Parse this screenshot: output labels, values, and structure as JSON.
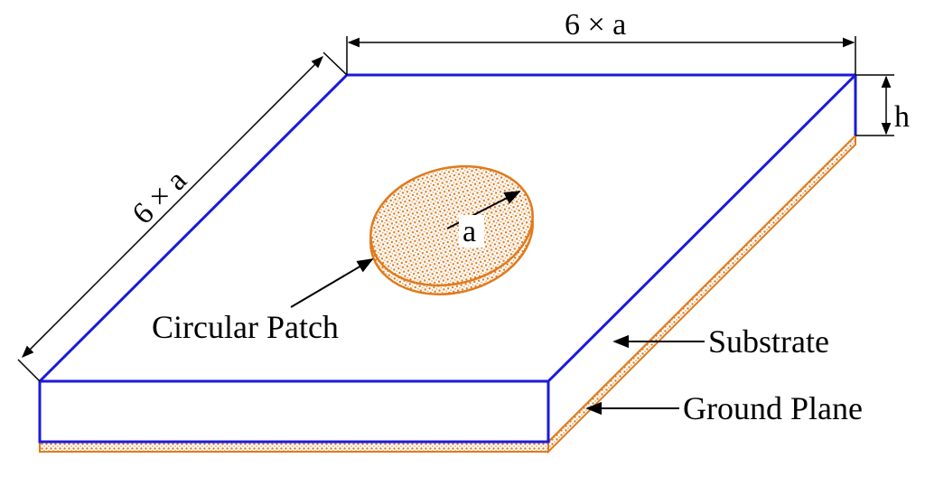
{
  "labels": {
    "top_dimension": "6 × a",
    "side_dimension": "6 × a",
    "height": "h",
    "radius": "a",
    "patch": "Circular Patch",
    "substrate": "Substrate",
    "ground_plane": "Ground Plane"
  },
  "colors": {
    "substrate_edge": "#1a1adb",
    "copper": "#e07a1c",
    "line": "#000000",
    "background": "#ffffff"
  }
}
